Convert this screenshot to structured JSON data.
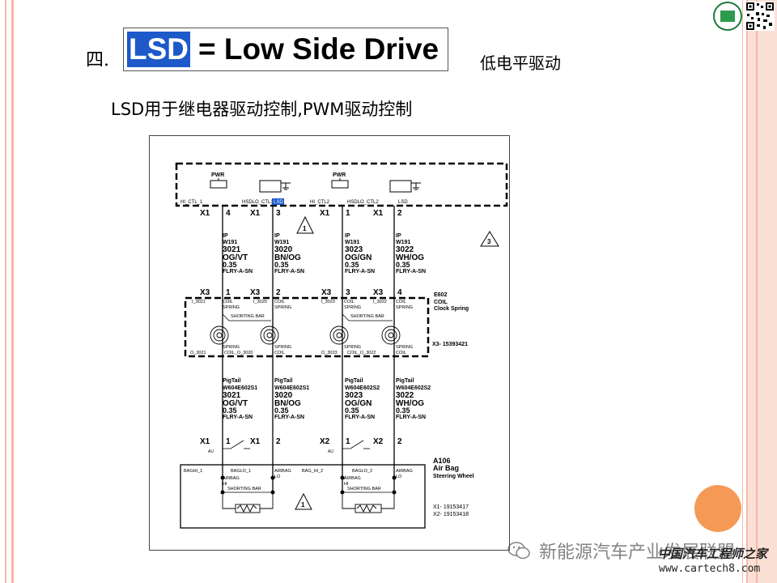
{
  "slide": {
    "number": "四.",
    "title_highlight": "LSD",
    "title_rest": "= Low Side Drive",
    "subtitle": "低电平驱动",
    "description": "LSD用于继电器驱动控制,PWM驱动控制"
  },
  "diagram": {
    "top_module": {
      "pwr": "PWR",
      "pins": [
        "HI_CTL_1",
        "HSDLO_CTL1",
        "LSD",
        "HI_CTL2",
        "HSDLO_CTL2",
        "LSD"
      ]
    },
    "top_connectors": [
      {
        "conn": "X1",
        "pin": "4"
      },
      {
        "conn": "X1",
        "pin": "3"
      },
      {
        "conn": "X1",
        "pin": "1"
      },
      {
        "conn": "X1",
        "pin": "2"
      }
    ],
    "upper_wires": [
      {
        "circuit": "IP",
        "harness": "W191",
        "code": "3021",
        "color": "OG/VT",
        "size": "0.35",
        "type": "FLRY-A-SN"
      },
      {
        "circuit": "IP",
        "harness": "W191",
        "code": "3020",
        "color": "BN/OG",
        "size": "0.35",
        "type": "FLRY-A-SN"
      },
      {
        "circuit": "IP",
        "harness": "W191",
        "code": "3023",
        "color": "OG/GN",
        "size": "0.35",
        "type": "FLRY-A-SN"
      },
      {
        "circuit": "IP",
        "harness": "W191",
        "code": "3022",
        "color": "WH/OG",
        "size": "0.35",
        "type": "FLRY-A-SN"
      }
    ],
    "clock_spring": {
      "connectors": [
        {
          "conn": "X3",
          "pin": "1"
        },
        {
          "conn": "X3",
          "pin": "2"
        },
        {
          "conn": "X3",
          "pin": "3"
        },
        {
          "conn": "X3",
          "pin": "4"
        }
      ],
      "id": "E602",
      "name_1": "COIL",
      "name_2": "Clock Spring",
      "top_labels": [
        "I_3021",
        "COIL",
        "I_3020",
        "COIL",
        "I_3023",
        "COIL",
        "I_3022",
        "COIL"
      ],
      "top_labels_2": [
        "SPRING",
        "SPRING",
        "SPRING",
        "SPRING"
      ],
      "shorting_bar": "SHORTING BAR",
      "bottom_labels": [
        "SPRING",
        "SPRING",
        "SPRING",
        "SPRING"
      ],
      "bottom_labels_2": [
        "O_3021",
        "COIL_O_3020",
        "COIL",
        "O_3023",
        "COIL_O_3022",
        "COIL"
      ],
      "part_number": "X3- 15393421"
    },
    "lower_wires": [
      {
        "circuit": "PigTail",
        "harness": "W604E602S1",
        "code": "3021",
        "color": "OG/VT",
        "size": "0.35",
        "type": "FLRY-A-SN"
      },
      {
        "circuit": "PigTail",
        "harness": "W604E602S1",
        "code": "3020",
        "color": "BN/OG",
        "size": "0.35",
        "type": "FLRY-A-SN"
      },
      {
        "circuit": "PigTail",
        "harness": "W604E602S2",
        "code": "3023",
        "color": "OG/GN",
        "size": "0.35",
        "type": "FLRY-A-SN"
      },
      {
        "circuit": "PigTail",
        "harness": "W604E602S2",
        "code": "3022",
        "color": "WH/OG",
        "size": "0.35",
        "type": "FLRY-A-SN"
      }
    ],
    "airbag_connectors": [
      {
        "conn": "X1",
        "pin": "1"
      },
      {
        "conn": "X1",
        "pin": "2"
      },
      {
        "conn": "X2",
        "pin": "1"
      },
      {
        "conn": "X2",
        "pin": "2"
      }
    ],
    "au": "AU",
    "airbag": {
      "id": "A106",
      "name_1": "Air Bag",
      "name_2": "Steering Wheel",
      "labels": [
        "BAGHI_1",
        "BAGLO_1",
        "AIRBAG",
        "BAG_HI_2",
        "BAGLO_2",
        "AIRBAG"
      ],
      "labels_2": [
        "AIRBAG",
        "LO",
        "AIRBAG",
        "LO"
      ],
      "labels_3": [
        "HI",
        "HI"
      ],
      "shorting_bar": "SHORTING BAR",
      "part_numbers": [
        "X1- 19153417",
        "X2- 19153418"
      ]
    },
    "notes": [
      "1",
      "3",
      "1"
    ]
  },
  "watermark": {
    "wechat": "新能源汽车产业发展联盟",
    "site_cn": "中国汽车工程师之家",
    "site_url": "www.cartech8.com"
  },
  "colors": {
    "highlight": "#1d59c9",
    "frame": "#f3b9a6",
    "accent_circle": "#f59a56"
  }
}
